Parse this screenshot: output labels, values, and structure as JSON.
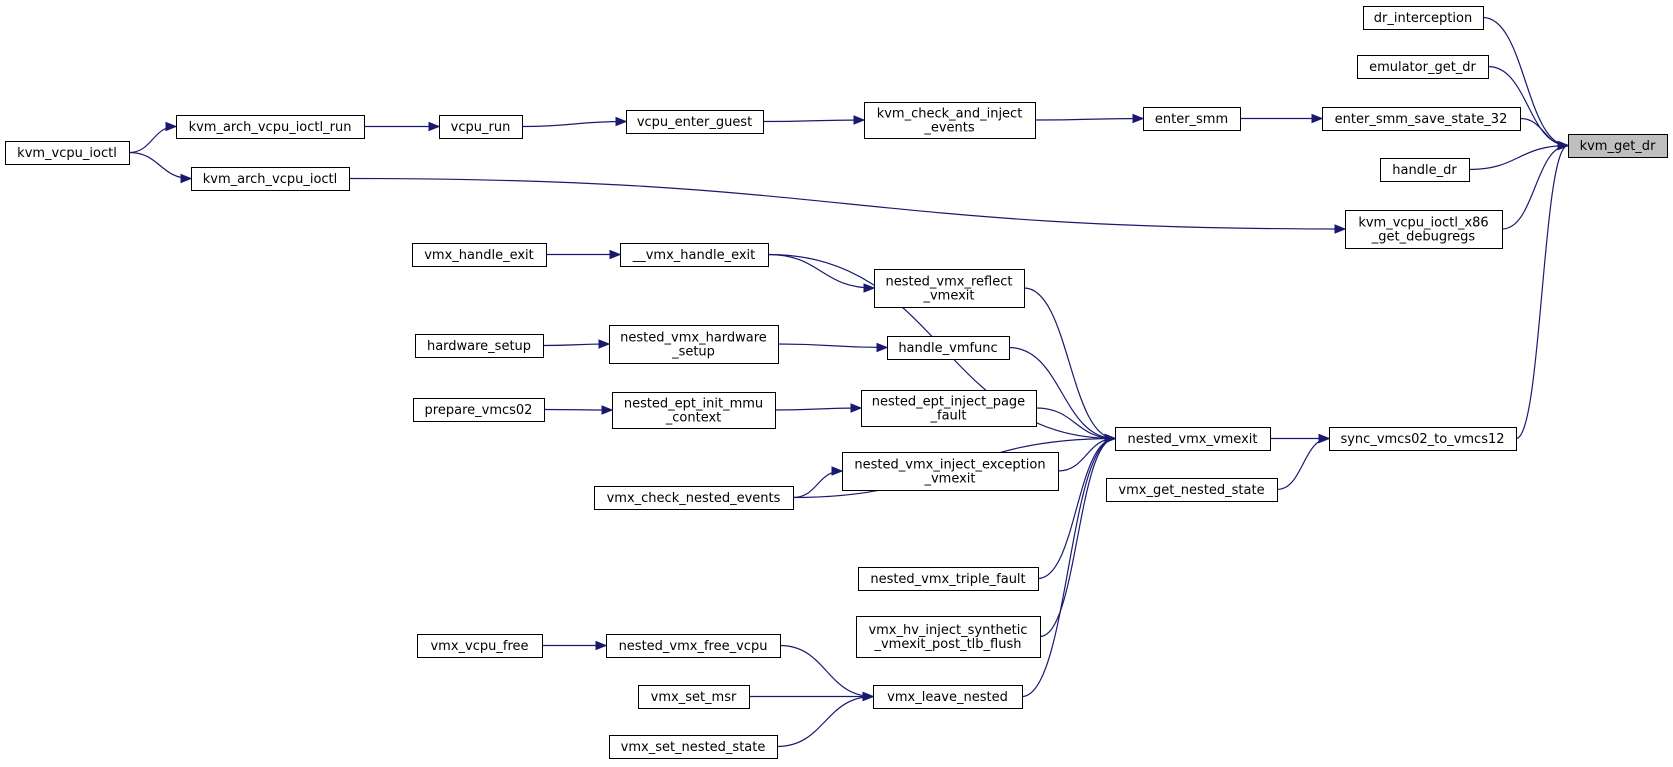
{
  "graph": {
    "colors": {
      "edge": "#191970",
      "node_border": "#000000",
      "root_fill": "#bfbfbf",
      "background": "#ffffff"
    },
    "nodes": {
      "kvm_get_dr": [
        "kvm_get_dr"
      ],
      "dr_interception": [
        "dr_interception"
      ],
      "emulator_get_dr": [
        "emulator_get_dr"
      ],
      "enter_smm_save_state_32": [
        "enter_smm_save_state_32"
      ],
      "handle_dr": [
        "handle_dr"
      ],
      "kvm_vcpu_ioctl_x86_get_debugregs": [
        "kvm_vcpu_ioctl_x86",
        "_get_debugregs"
      ],
      "sync_vmcs02_to_vmcs12": [
        "sync_vmcs02_to_vmcs12"
      ],
      "enter_smm": [
        "enter_smm"
      ],
      "kvm_check_and_inject_events": [
        "kvm_check_and_inject",
        "_events"
      ],
      "vcpu_enter_guest": [
        "vcpu_enter_guest"
      ],
      "vcpu_run": [
        "vcpu_run"
      ],
      "kvm_arch_vcpu_ioctl_run": [
        "kvm_arch_vcpu_ioctl_run"
      ],
      "kvm_vcpu_ioctl": [
        "kvm_vcpu_ioctl"
      ],
      "kvm_arch_vcpu_ioctl": [
        "kvm_arch_vcpu_ioctl"
      ],
      "nested_vmx_vmexit": [
        "nested_vmx_vmexit"
      ],
      "vmx_get_nested_state": [
        "vmx_get_nested_state"
      ],
      "__vmx_handle_exit": [
        "__vmx_handle_exit"
      ],
      "vmx_handle_exit": [
        "vmx_handle_exit"
      ],
      "nested_vmx_reflect_vmexit": [
        "nested_vmx_reflect",
        "_vmexit"
      ],
      "handle_vmfunc": [
        "handle_vmfunc"
      ],
      "nested_vmx_hardware_setup": [
        "nested_vmx_hardware",
        "_setup"
      ],
      "hardware_setup": [
        "hardware_setup"
      ],
      "nested_ept_inject_page_fault": [
        "nested_ept_inject_page",
        "_fault"
      ],
      "nested_ept_init_mmu_context": [
        "nested_ept_init_mmu",
        "_context"
      ],
      "prepare_vmcs02": [
        "prepare_vmcs02"
      ],
      "nested_vmx_inject_exception_vmexit": [
        "nested_vmx_inject_exception",
        "_vmexit"
      ],
      "vmx_check_nested_events": [
        "vmx_check_nested_events"
      ],
      "nested_vmx_triple_fault": [
        "nested_vmx_triple_fault"
      ],
      "vmx_hv_inject_synthetic_vmexit_post_tlb_flush": [
        "vmx_hv_inject_synthetic",
        "_vmexit_post_tlb_flush"
      ],
      "vmx_leave_nested": [
        "vmx_leave_nested"
      ],
      "nested_vmx_free_vcpu": [
        "nested_vmx_free_vcpu"
      ],
      "vmx_vcpu_free": [
        "vmx_vcpu_free"
      ],
      "vmx_set_msr": [
        "vmx_set_msr"
      ],
      "vmx_set_nested_state": [
        "vmx_set_nested_state"
      ]
    },
    "edges": [
      [
        "dr_interception",
        "kvm_get_dr"
      ],
      [
        "emulator_get_dr",
        "kvm_get_dr"
      ],
      [
        "enter_smm_save_state_32",
        "kvm_get_dr"
      ],
      [
        "handle_dr",
        "kvm_get_dr"
      ],
      [
        "kvm_vcpu_ioctl_x86_get_debugregs",
        "kvm_get_dr"
      ],
      [
        "sync_vmcs02_to_vmcs12",
        "kvm_get_dr"
      ],
      [
        "enter_smm",
        "enter_smm_save_state_32"
      ],
      [
        "kvm_check_and_inject_events",
        "enter_smm"
      ],
      [
        "vcpu_enter_guest",
        "kvm_check_and_inject_events"
      ],
      [
        "vcpu_run",
        "vcpu_enter_guest"
      ],
      [
        "kvm_arch_vcpu_ioctl_run",
        "vcpu_run"
      ],
      [
        "kvm_vcpu_ioctl",
        "kvm_arch_vcpu_ioctl_run"
      ],
      [
        "kvm_vcpu_ioctl",
        "kvm_arch_vcpu_ioctl"
      ],
      [
        "kvm_arch_vcpu_ioctl",
        "kvm_vcpu_ioctl_x86_get_debugregs"
      ],
      [
        "nested_vmx_vmexit",
        "sync_vmcs02_to_vmcs12"
      ],
      [
        "vmx_get_nested_state",
        "sync_vmcs02_to_vmcs12"
      ],
      [
        "__vmx_handle_exit",
        "nested_vmx_vmexit"
      ],
      [
        "vmx_handle_exit",
        "__vmx_handle_exit"
      ],
      [
        "__vmx_handle_exit",
        "nested_vmx_reflect_vmexit"
      ],
      [
        "nested_vmx_reflect_vmexit",
        "nested_vmx_vmexit"
      ],
      [
        "handle_vmfunc",
        "nested_vmx_vmexit"
      ],
      [
        "nested_vmx_hardware_setup",
        "handle_vmfunc"
      ],
      [
        "hardware_setup",
        "nested_vmx_hardware_setup"
      ],
      [
        "nested_ept_inject_page_fault",
        "nested_vmx_vmexit"
      ],
      [
        "nested_ept_init_mmu_context",
        "nested_ept_inject_page_fault"
      ],
      [
        "prepare_vmcs02",
        "nested_ept_init_mmu_context"
      ],
      [
        "nested_vmx_inject_exception_vmexit",
        "nested_vmx_vmexit"
      ],
      [
        "vmx_check_nested_events",
        "nested_vmx_inject_exception_vmexit"
      ],
      [
        "vmx_check_nested_events",
        "nested_vmx_vmexit"
      ],
      [
        "nested_vmx_triple_fault",
        "nested_vmx_vmexit"
      ],
      [
        "vmx_hv_inject_synthetic_vmexit_post_tlb_flush",
        "nested_vmx_vmexit"
      ],
      [
        "vmx_leave_nested",
        "nested_vmx_vmexit"
      ],
      [
        "nested_vmx_free_vcpu",
        "vmx_leave_nested"
      ],
      [
        "vmx_vcpu_free",
        "nested_vmx_free_vcpu"
      ],
      [
        "vmx_set_msr",
        "vmx_leave_nested"
      ],
      [
        "vmx_set_nested_state",
        "vmx_leave_nested"
      ]
    ]
  }
}
